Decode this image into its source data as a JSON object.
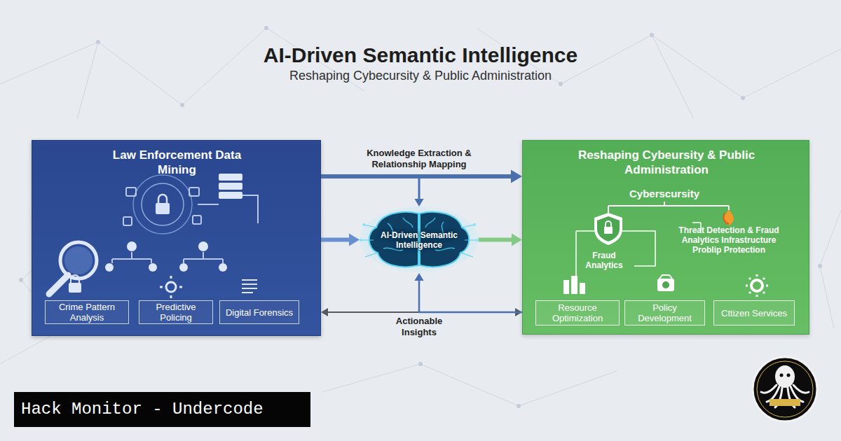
{
  "diagram": {
    "title": "AI-Driven Semantic Intelligence",
    "caption": "Reshaping Cybecursity & Public Administration",
    "nodes": [
      {
        "text": [
          "Law Enforcement Data Mining"
        ]
      },
      {
        "text": [
          "Crime Pattern Analysis"
        ],
        "in": 0
      },
      {
        "text": [
          "Predictive Policing"
        ],
        "in": 0
      },
      {
        "text": [
          "Digital Forensics"
        ],
        "in": 0
      },
      {
        "text": [
          "AI-Driven Semantic Intelligence"
        ]
      },
      {
        "text": [
          "Reshaping Cybeursity & Public Administration"
        ]
      },
      {
        "text": [
          "Resource Optimization"
        ],
        "in": 5
      },
      {
        "text": [
          "Policy Development"
        ],
        "in": 5
      },
      {
        "text": [
          "Cttizen Services"
        ],
        "in": 5
      }
    ],
    "edges": [
      {
        "from": 0,
        "to": 5,
        "label": "Knowledge Extraction & Relationship Mapping",
        "arrow": "to"
      },
      {
        "from": 0,
        "to": 4,
        "arrow": "to"
      },
      {
        "from": 0,
        "to": 4,
        "arrow": "to"
      },
      {
        "from": 4,
        "to": 5,
        "arrow": "to"
      },
      {
        "from": 0,
        "to": 5,
        "label": "Actionable Insights",
        "arrow": "both"
      },
      {
        "from": 5,
        "to": 4,
        "arrow": "to"
      }
    ],
    "labels": [
      "Cyberscursity",
      "Fraud Analytics",
      "Threat Detection & Fraud Analytics Infrastructure Problip Protection",
      "Hack Monitor - Undercode"
    ]
  }
}
